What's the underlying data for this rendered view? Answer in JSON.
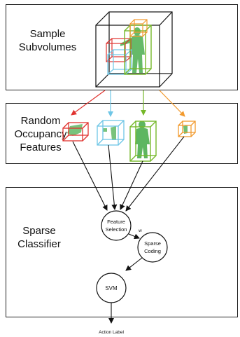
{
  "diagram": {
    "panels": [
      {
        "id": "sample",
        "label_line1": "Sample",
        "label_line2": "Subvolumes"
      },
      {
        "id": "random",
        "label_line1": "Random",
        "label_line2": "Occupancy",
        "label_line3": "Features"
      },
      {
        "id": "sparse",
        "label_line1": "Sparse",
        "label_line2": "Classifier"
      }
    ],
    "nodes": {
      "feature_selection_line1": "Feature",
      "feature_selection_line2": "Selection",
      "sparse_coding_line1": "Sparse",
      "sparse_coding_line2": "Coding",
      "svm": "SVM",
      "weight": "w"
    },
    "output_label": "Action Label",
    "colors": {
      "red": "#e0332f",
      "blue": "#6ec6e6",
      "green": "#76b82a",
      "orange": "#f29a2e",
      "figure_green": "#4caf50",
      "edge": "#111111"
    }
  }
}
